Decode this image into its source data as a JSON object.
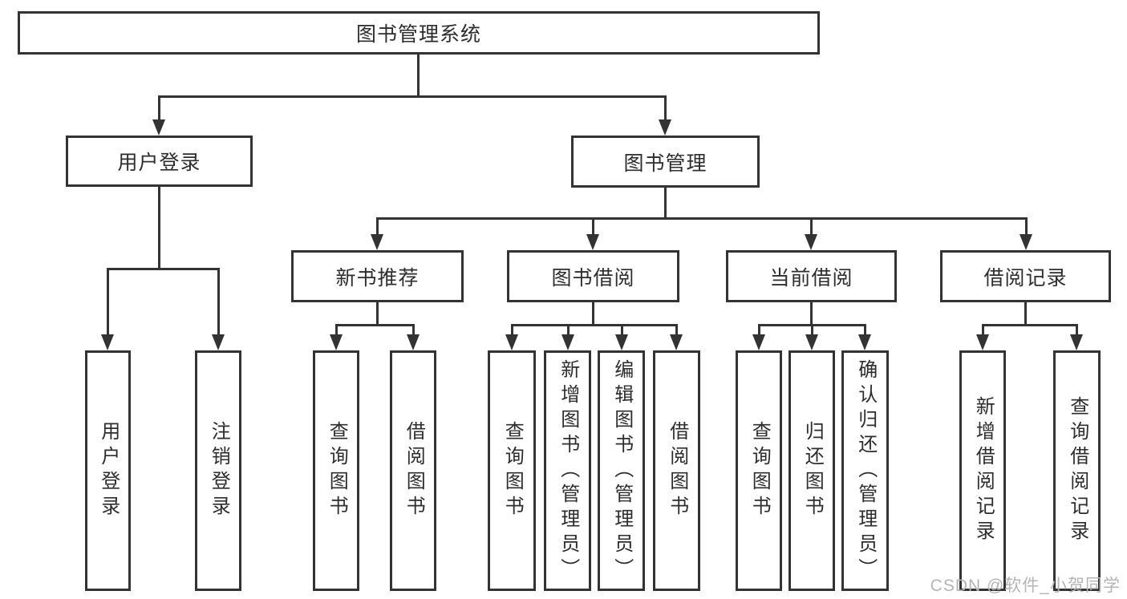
{
  "colors": {
    "line": "#333333",
    "text": "#2d2d2d",
    "background": "#ffffff",
    "watermark": "#b4b4b4"
  },
  "root": {
    "label": "图书管理系统"
  },
  "branches": [
    {
      "label": "用户登录",
      "leaves": [
        {
          "label": "用户登录"
        },
        {
          "label": "注销登录"
        }
      ]
    },
    {
      "label": "图书管理",
      "groups": [
        {
          "label": "新书推荐",
          "leaves": [
            {
              "label": "查询图书"
            },
            {
              "label": "借阅图书"
            }
          ]
        },
        {
          "label": "图书借阅",
          "leaves": [
            {
              "label": "查询图书"
            },
            {
              "label": "新增图书（管理员）"
            },
            {
              "label": "编辑图书（管理员）"
            },
            {
              "label": "借阅图书"
            }
          ]
        },
        {
          "label": "当前借阅",
          "leaves": [
            {
              "label": "查询图书"
            },
            {
              "label": "归还图书"
            },
            {
              "label": "确认归还（管理员）"
            }
          ]
        },
        {
          "label": "借阅记录",
          "leaves": [
            {
              "label": "新增借阅记录"
            },
            {
              "label": "查询借阅记录"
            }
          ]
        }
      ]
    }
  ],
  "watermark": {
    "text": "CSDN @软件_小贺同学"
  }
}
